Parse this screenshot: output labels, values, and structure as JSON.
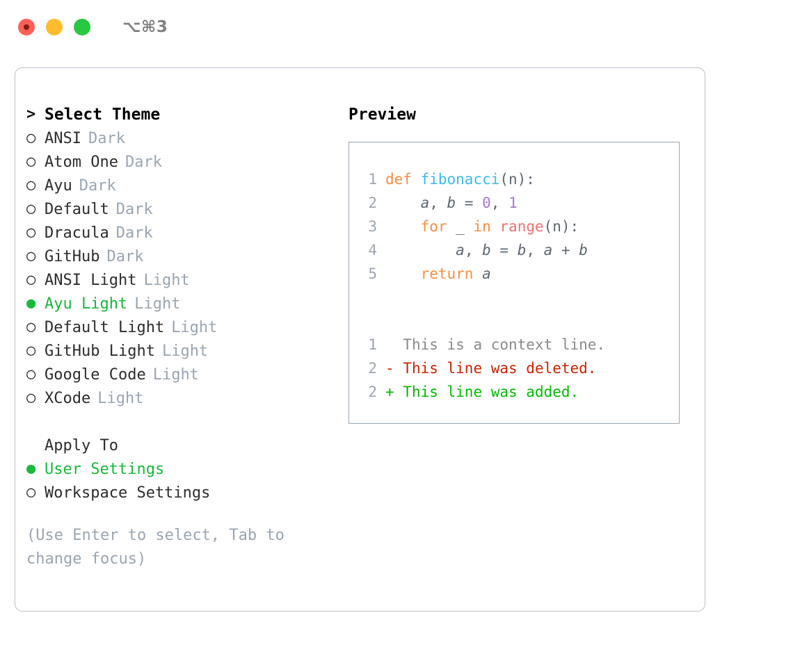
{
  "window": {
    "shortcut": "⌥⌘3",
    "traffic_lights": [
      "close-red",
      "minimize-yellow",
      "maximize-green"
    ],
    "colors": {
      "red": "#ff5f57",
      "yellow": "#febc2e",
      "green": "#28c840",
      "accent_green": "#18b83a",
      "muted": "#9aa5b1",
      "border": "#b6c0ca"
    }
  },
  "theme_list": {
    "heading_marker": ">",
    "heading": "Select Theme",
    "items": [
      {
        "marker": "○",
        "selected": false,
        "name": "ANSI",
        "variant": "Dark"
      },
      {
        "marker": "○",
        "selected": false,
        "name": "Atom One",
        "variant": "Dark"
      },
      {
        "marker": "○",
        "selected": false,
        "name": "Ayu",
        "variant": "Dark"
      },
      {
        "marker": "○",
        "selected": false,
        "name": "Default",
        "variant": "Dark"
      },
      {
        "marker": "○",
        "selected": false,
        "name": "Dracula",
        "variant": "Dark"
      },
      {
        "marker": "○",
        "selected": false,
        "name": "GitHub",
        "variant": "Dark"
      },
      {
        "marker": "○",
        "selected": false,
        "name": "ANSI Light",
        "variant": "Light"
      },
      {
        "marker": "●",
        "selected": true,
        "name": "Ayu Light",
        "variant": "Light"
      },
      {
        "marker": "○",
        "selected": false,
        "name": "Default Light",
        "variant": "Light"
      },
      {
        "marker": "○",
        "selected": false,
        "name": "GitHub Light",
        "variant": "Light"
      },
      {
        "marker": "○",
        "selected": false,
        "name": "Google Code",
        "variant": "Light"
      },
      {
        "marker": "○",
        "selected": false,
        "name": "XCode",
        "variant": "Light"
      }
    ]
  },
  "apply_to": {
    "title": "Apply To",
    "options": [
      {
        "marker": "●",
        "selected": true,
        "label": "User Settings"
      },
      {
        "marker": "○",
        "selected": false,
        "label": "Workspace Settings"
      }
    ]
  },
  "hint": "(Use Enter to select, Tab to\nchange focus)",
  "preview": {
    "title": "Preview",
    "code_lines": [
      {
        "lineno": "1",
        "tokens": [
          {
            "text": "def ",
            "cls": "tok-kw"
          },
          {
            "text": "fibonacci",
            "cls": "tok-fn"
          },
          {
            "text": "(n):",
            "cls": "tok-punc"
          }
        ]
      },
      {
        "lineno": "2",
        "tokens": [
          {
            "text": "    ",
            "cls": "tok-punc"
          },
          {
            "text": "a",
            "cls": "tok-var"
          },
          {
            "text": ", ",
            "cls": "tok-punc"
          },
          {
            "text": "b",
            "cls": "tok-var"
          },
          {
            "text": " = ",
            "cls": "tok-punc"
          },
          {
            "text": "0",
            "cls": "tok-num"
          },
          {
            "text": ", ",
            "cls": "tok-punc"
          },
          {
            "text": "1",
            "cls": "tok-num"
          }
        ]
      },
      {
        "lineno": "3",
        "tokens": [
          {
            "text": "    ",
            "cls": "tok-punc"
          },
          {
            "text": "for",
            "cls": "tok-kw"
          },
          {
            "text": " _ ",
            "cls": "tok-punc"
          },
          {
            "text": "in",
            "cls": "tok-kw"
          },
          {
            "text": " ",
            "cls": "tok-punc"
          },
          {
            "text": "range",
            "cls": "tok-call"
          },
          {
            "text": "(n):",
            "cls": "tok-punc"
          }
        ]
      },
      {
        "lineno": "4",
        "tokens": [
          {
            "text": "        ",
            "cls": "tok-punc"
          },
          {
            "text": "a",
            "cls": "tok-var"
          },
          {
            "text": ", ",
            "cls": "tok-punc"
          },
          {
            "text": "b",
            "cls": "tok-var"
          },
          {
            "text": " = ",
            "cls": "tok-punc"
          },
          {
            "text": "b",
            "cls": "tok-var"
          },
          {
            "text": ", ",
            "cls": "tok-punc"
          },
          {
            "text": "a",
            "cls": "tok-var"
          },
          {
            "text": " + ",
            "cls": "tok-punc"
          },
          {
            "text": "b",
            "cls": "tok-var"
          }
        ]
      },
      {
        "lineno": "5",
        "tokens": [
          {
            "text": "    ",
            "cls": "tok-punc"
          },
          {
            "text": "return",
            "cls": "tok-kw"
          },
          {
            "text": " ",
            "cls": "tok-punc"
          },
          {
            "text": "a",
            "cls": "tok-var"
          }
        ]
      }
    ],
    "diff_lines": [
      {
        "lineno": "1",
        "sign": " ",
        "text": "This is a context line.",
        "cls": "diff-ctx"
      },
      {
        "lineno": "2",
        "sign": "-",
        "text": "This line was deleted.",
        "cls": "diff-del"
      },
      {
        "lineno": "2",
        "sign": "+",
        "text": "This line was added.",
        "cls": "diff-add"
      }
    ],
    "syntax_colors": {
      "keyword": "#fa8d3e",
      "function": "#39bae6",
      "number": "#a37acc",
      "builtin_call": "#f07171",
      "variable": "#5c6773",
      "lineno": "#9aa5b1",
      "diff_context": "#8a8a8a",
      "diff_deleted": "#cc2200",
      "diff_added": "#00bb00"
    }
  }
}
